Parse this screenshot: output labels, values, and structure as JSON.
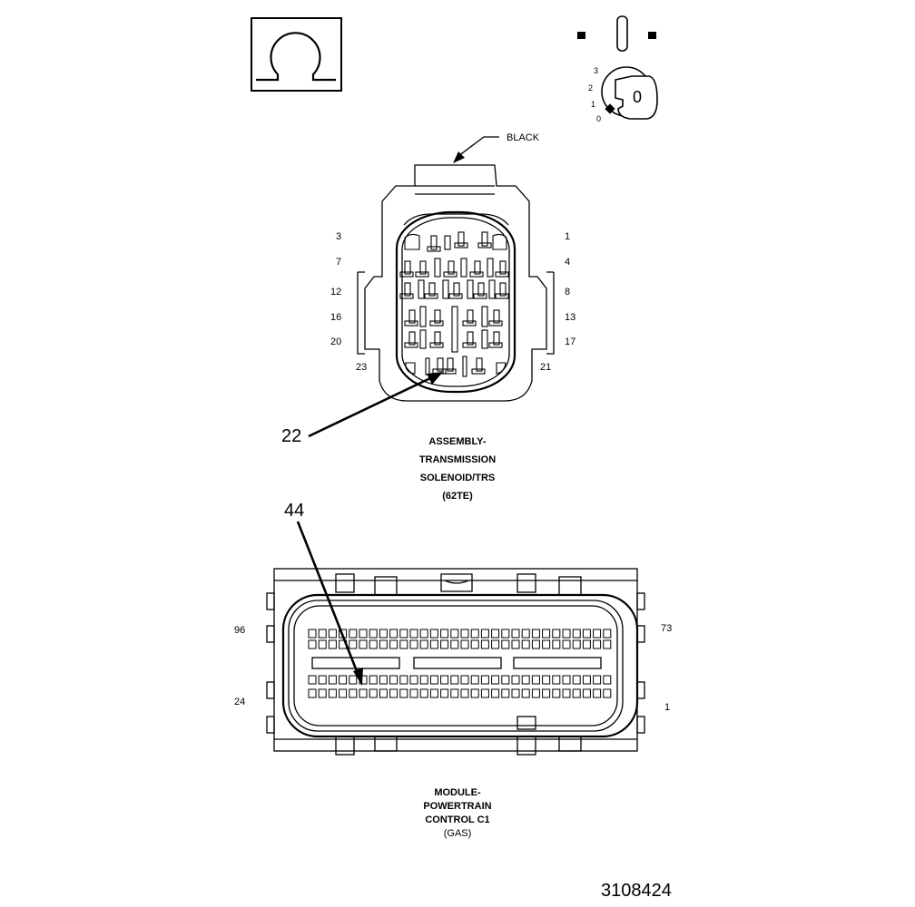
{
  "ohm_symbol": "Ω",
  "ignition_switch": {
    "key_marking": "0",
    "positions": [
      "3",
      "2",
      "1",
      "0"
    ]
  },
  "connector_c1_trs": {
    "color_label": "BLACK",
    "pins_left": [
      "3",
      "7",
      "12",
      "16",
      "20",
      "23"
    ],
    "pins_right": [
      "1",
      "4",
      "8",
      "13",
      "17",
      "21"
    ],
    "callout_pin": "22",
    "caption": [
      "ASSEMBLY-",
      "TRANSMISSION",
      "SOLENOID/TRS",
      "(62TE)"
    ]
  },
  "connector_pcm_c1": {
    "pins_left": [
      "96",
      "24"
    ],
    "pins_right": [
      "73",
      "1"
    ],
    "callout_pin": "44",
    "caption": [
      "MODULE-",
      "POWERTRAIN",
      "CONTROL C1",
      "(GAS)"
    ]
  },
  "figure_id": "3108424"
}
